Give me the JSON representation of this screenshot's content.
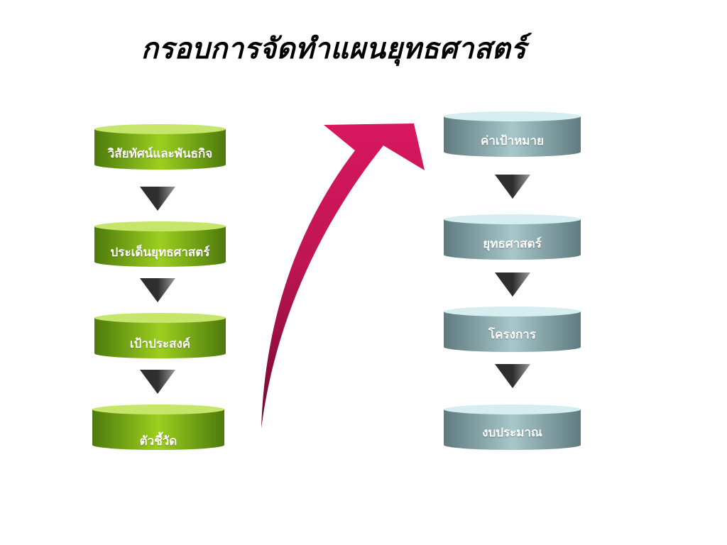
{
  "title": "กรอบการจัดทำแผนยุทธศาสตร์",
  "left_column": {
    "items": [
      {
        "label": "วิสัยทัศน์และพันธกิจ"
      },
      {
        "label": "ประเด็นยุทธศาสตร์"
      },
      {
        "label": "เป้าประสงค์"
      },
      {
        "label": "ตัวชี้วัด"
      }
    ]
  },
  "right_column": {
    "items": [
      {
        "label": "ค่าเป้าหมาย"
      },
      {
        "label": "ยุทธศาสตร์"
      },
      {
        "label": "โครงการ"
      },
      {
        "label": "งบประมาณ"
      }
    ]
  },
  "colors": {
    "green_side_dark": "#4d7a0c",
    "green_side_light": "#9ccf1f",
    "green_top": "#c6e56b",
    "teal_side_dark": "#5f7b80",
    "teal_side_light": "#a7c7ca",
    "teal_top": "#d6eef0",
    "arrow": "#d4175c",
    "arrow_dark": "#8a0f3c",
    "triangle_dark": "#2e2e2e",
    "triangle_light": "#9a9a9a"
  }
}
